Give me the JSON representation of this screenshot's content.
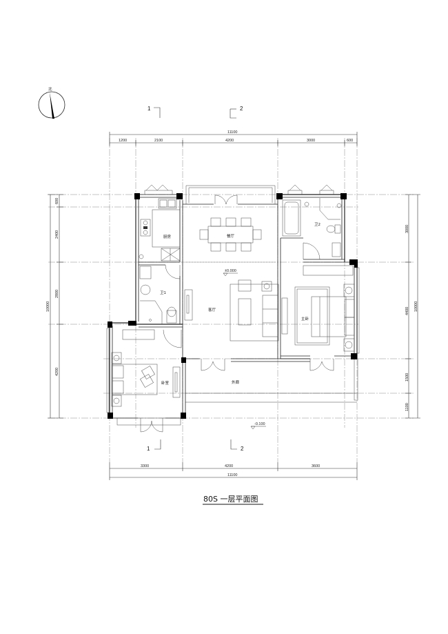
{
  "drawing": {
    "title": "80S 一层平面图",
    "north_label": "北",
    "section_marks": {
      "top_left": "1",
      "top_right": "2",
      "bottom_left": "1",
      "bottom_right": "2"
    },
    "levels": {
      "interior": "±0.000",
      "exterior": "-0.100"
    }
  },
  "dimensions": {
    "top_total": "11100",
    "top_segments": [
      "1200",
      "2100",
      "4200",
      "3000",
      "600"
    ],
    "bottom_total": "11100",
    "bottom_segments": [
      "3300",
      "4200",
      "3600"
    ],
    "left_total": "10000",
    "left_segments": [
      "600",
      "2400",
      "2800",
      "4200"
    ],
    "right_total": "10000",
    "right_segments": [
      "3000",
      "4400",
      "1500",
      "1100"
    ]
  },
  "rooms": {
    "kitchen": "厨房",
    "dining": "餐厅",
    "bath1": "卫1",
    "bath2": "卫2",
    "living": "客厅",
    "master_bedroom": "主卧",
    "bedroom": "卧室",
    "veranda": "外廊"
  }
}
